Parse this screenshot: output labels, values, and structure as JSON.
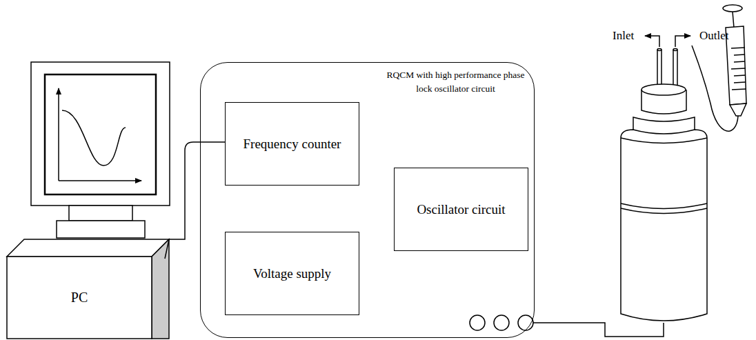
{
  "diagram": {
    "nodes": [
      {
        "text": [
          "RQCM with high performance phase lock oscillator circuit"
        ]
      },
      {
        "text": [
          "Frequency counter"
        ],
        "in": 0
      },
      {
        "text": [
          "Oscillator circuit"
        ],
        "in": 0
      },
      {
        "text": [
          "Voltage supply"
        ],
        "in": 0
      },
      {
        "text": [
          "PC"
        ]
      }
    ],
    "edges": [
      {
        "from": 4,
        "to": 1,
        "arrow": "none"
      }
    ],
    "labels": [
      "Inlet",
      "Outlet"
    ]
  }
}
